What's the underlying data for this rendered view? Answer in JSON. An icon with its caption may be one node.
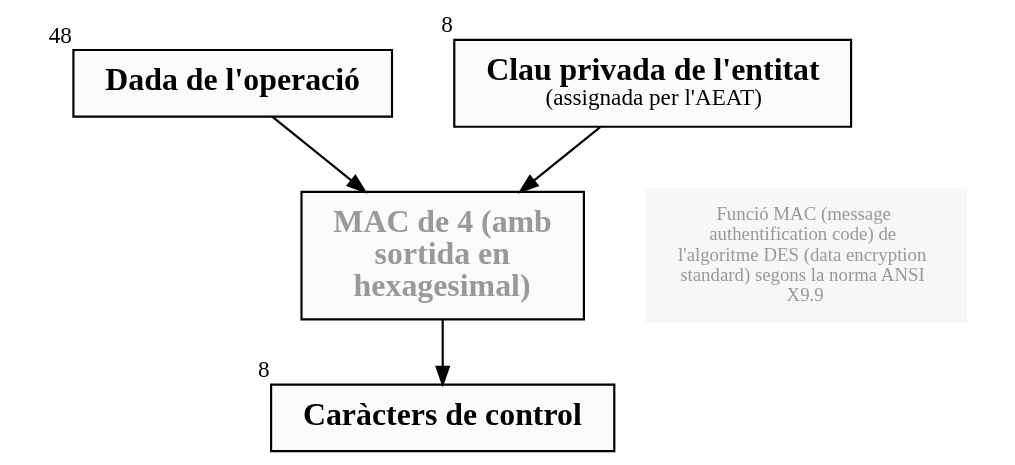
{
  "diagram": {
    "nodes": [
      {
        "text": [
          "Dada de l'operació"
        ],
        "beside": [
          "48"
        ]
      },
      {
        "text": [
          "Clau privada de l'entitat",
          "(assignada per l'AEAT)"
        ],
        "beside": [
          "8"
        ]
      },
      {
        "text": [
          "MAC de 4 (amb sortida en hexagesimal)"
        ]
      },
      {
        "text": [
          "Funció MAC (message authentification code) de l'algoritme DES (data encryption standard) segons la norma ANSI X9.9"
        ]
      },
      {
        "text": [
          "Caràcters de control"
        ],
        "beside": [
          "8"
        ]
      }
    ],
    "edges": [
      {
        "from": 0,
        "to": 2,
        "arrow": "to"
      },
      {
        "from": 1,
        "to": 2,
        "arrow": "to"
      },
      {
        "from": 2,
        "to": 4,
        "arrow": "to"
      }
    ]
  }
}
